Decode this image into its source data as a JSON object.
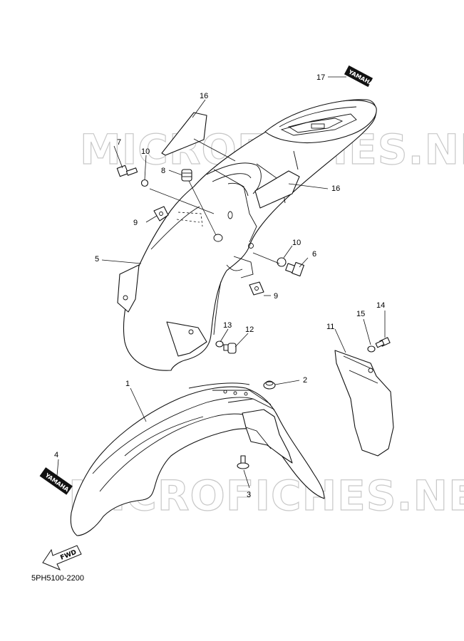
{
  "watermark_text": "MICROFICHES.NET",
  "diagram_code": "5PH5100-2200",
  "fwd_label": "FWD",
  "decal_brand": "YAMAHA",
  "callouts": {
    "c1": "1",
    "c2": "2",
    "c3": "3",
    "c4": "4",
    "c5": "5",
    "c6": "6",
    "c7": "7",
    "c8": "8",
    "c9a": "9",
    "c9b": "9",
    "c10a": "10",
    "c10b": "10",
    "c11": "11",
    "c12": "12",
    "c13": "13",
    "c14": "14",
    "c15": "15",
    "c16a": "16",
    "c16b": "16",
    "c17": "17"
  }
}
